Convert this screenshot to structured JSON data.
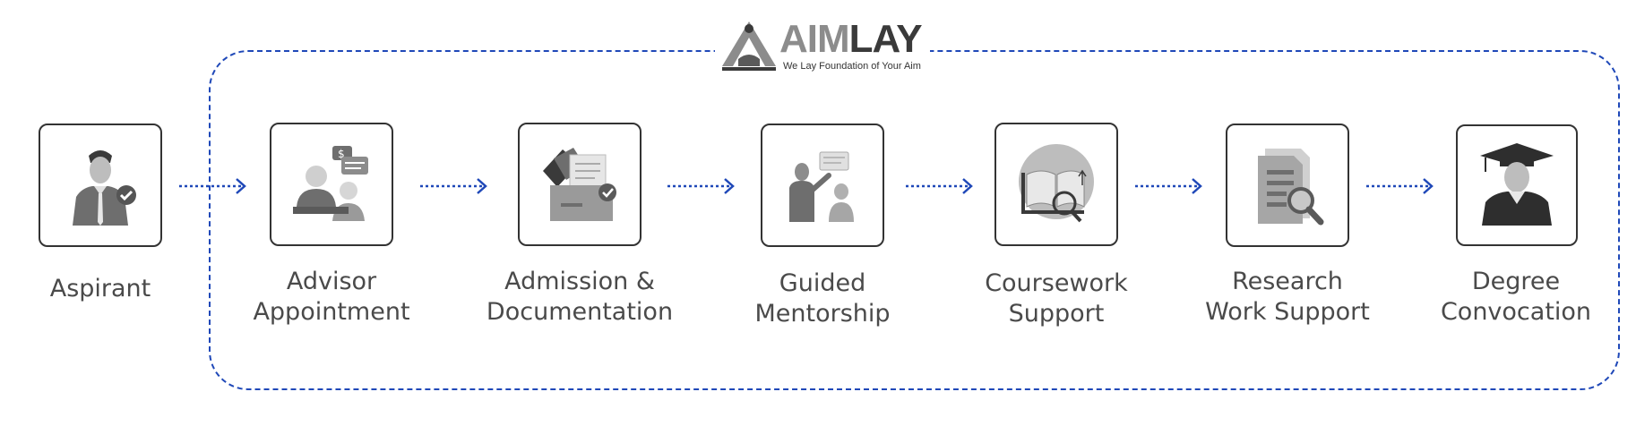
{
  "logo": {
    "name_part1": "AIM",
    "name_part2": "LAY",
    "tagline": "We Lay Foundation of Your Aim"
  },
  "colors": {
    "dashed_border": "#1f48b8",
    "arrow": "#1f48b8",
    "box_border": "#333333",
    "label": "#4a4a4a"
  },
  "steps": [
    {
      "icon": "person-check-icon",
      "line1": "Aspirant",
      "line2": ""
    },
    {
      "icon": "advisor-meeting-icon",
      "line1": "Advisor",
      "line2": "Appointment"
    },
    {
      "icon": "document-folder-icon",
      "line1": "Admission &",
      "line2": "Documentation"
    },
    {
      "icon": "mentor-teaching-icon",
      "line1": "Guided",
      "line2": "Mentorship"
    },
    {
      "icon": "study-book-icon",
      "line1": "Coursework",
      "line2": "Support"
    },
    {
      "icon": "research-document-icon",
      "line1": "Research",
      "line2": "Work Support"
    },
    {
      "icon": "graduate-icon",
      "line1": "Degree",
      "line2": "Convocation"
    }
  ]
}
